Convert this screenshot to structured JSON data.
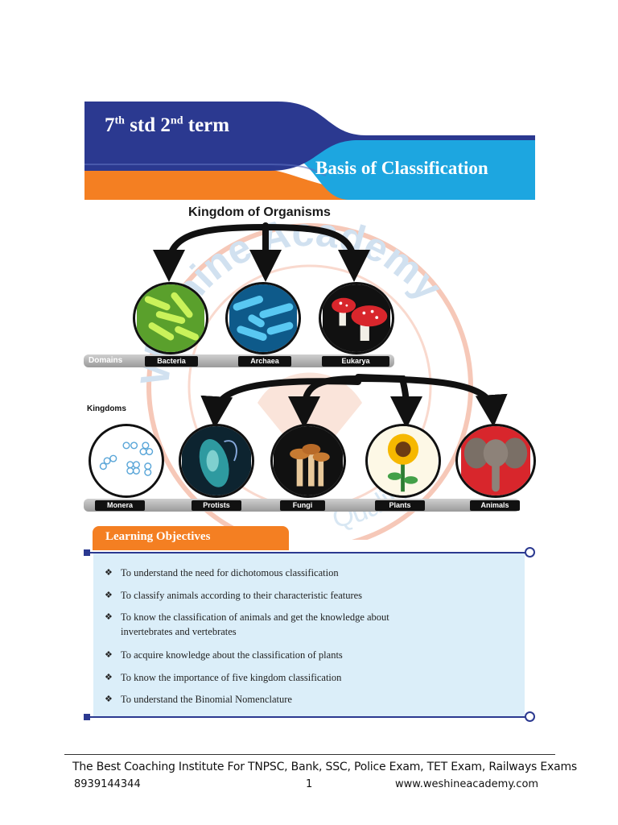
{
  "header": {
    "grade": "7",
    "grade_sup": "th",
    "std": " std ",
    "term_num": "2",
    "term_sup": "nd",
    "term": " term",
    "subtitle": "Basis of Classification"
  },
  "watermark": {
    "text_top": "Weshine Academy",
    "text_bottom": "Quality through"
  },
  "diagram": {
    "title": "Kingdom of Organisms",
    "domains_label": "Domains",
    "kingdoms_label": "Kingdoms",
    "domains": [
      "Bacteria",
      "Archaea",
      "Eukarya"
    ],
    "kingdoms": [
      "Monera",
      "Protists",
      "Fungi",
      "Plants",
      "Animals"
    ]
  },
  "learning_objectives": {
    "title": "Learning Objectives",
    "bullet": "❖",
    "items": [
      "To understand the need for dichotomous classification",
      "To classify animals according to their characteristic features",
      "To know the classification of animals and get the knowledge about invertebrates and vertebrates",
      "To acquire knowledge about the classification of plants",
      "To know the importance of five kingdom classification",
      "To understand the Binomial Nomenclature"
    ]
  },
  "footer": {
    "tagline": "The Best Coaching Institute For TNPSC, Bank, SSC, Police Exam, TET Exam, Railways Exams",
    "phone": "8939144344",
    "page": "1",
    "website": "www.weshineacademy.com"
  },
  "colors": {
    "navy": "#2b3990",
    "orange": "#f47f22",
    "sky": "#1da6e0",
    "objectives_bg": "#dbeef9"
  }
}
